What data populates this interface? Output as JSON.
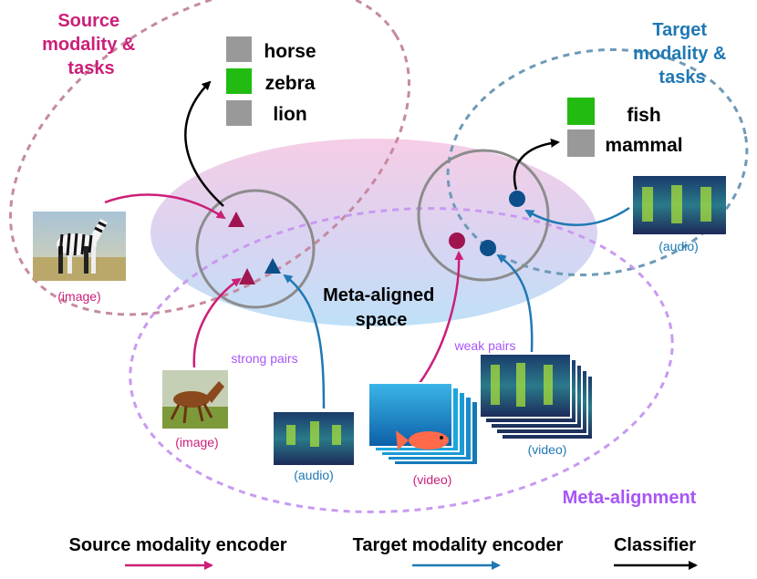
{
  "regions": {
    "source": {
      "lines": [
        "Source",
        "modality &",
        "tasks"
      ],
      "color": "#cc1f78"
    },
    "target": {
      "lines": [
        "Target",
        "modality &",
        "tasks"
      ],
      "color": "#1f78b4"
    },
    "meta_space": {
      "lines": [
        "Meta-aligned",
        "space"
      ]
    },
    "meta_alignment": {
      "label": "Meta-alignment",
      "color": "#a855f7"
    }
  },
  "source_classes": [
    {
      "label": "horse",
      "selected": false
    },
    {
      "label": "zebra",
      "selected": true
    },
    {
      "label": "lion",
      "selected": false
    }
  ],
  "target_classes": [
    {
      "label": "fish",
      "selected": true
    },
    {
      "label": "mammal",
      "selected": false
    }
  ],
  "captions": {
    "image_zebra": "(image)",
    "image_horse": "(image)",
    "audio_pair": "(audio)",
    "audio_target": "(audio)",
    "video_fish": "(video)",
    "video_spec": "(video)",
    "strong_pairs": "strong pairs",
    "weak_pairs": "weak pairs"
  },
  "legend": [
    {
      "label": "Source modality encoder",
      "color": "#cc1f78"
    },
    {
      "label": "Target modality encoder",
      "color": "#1f78b4"
    },
    {
      "label": "Classifier",
      "color": "#000000"
    }
  ],
  "colors": {
    "selected": "#22bb11",
    "unselected": "#999999",
    "source": "#cc1f78",
    "target": "#1f78b4",
    "source_point": "#a0154f",
    "target_point": "#0d4f8a",
    "meta": "#a855f7",
    "caption_source": "#cc1f78",
    "caption_target": "#1f78b4"
  },
  "icons": [
    "zebra-photo",
    "horse-photo",
    "fish-photo",
    "spectrogram"
  ]
}
